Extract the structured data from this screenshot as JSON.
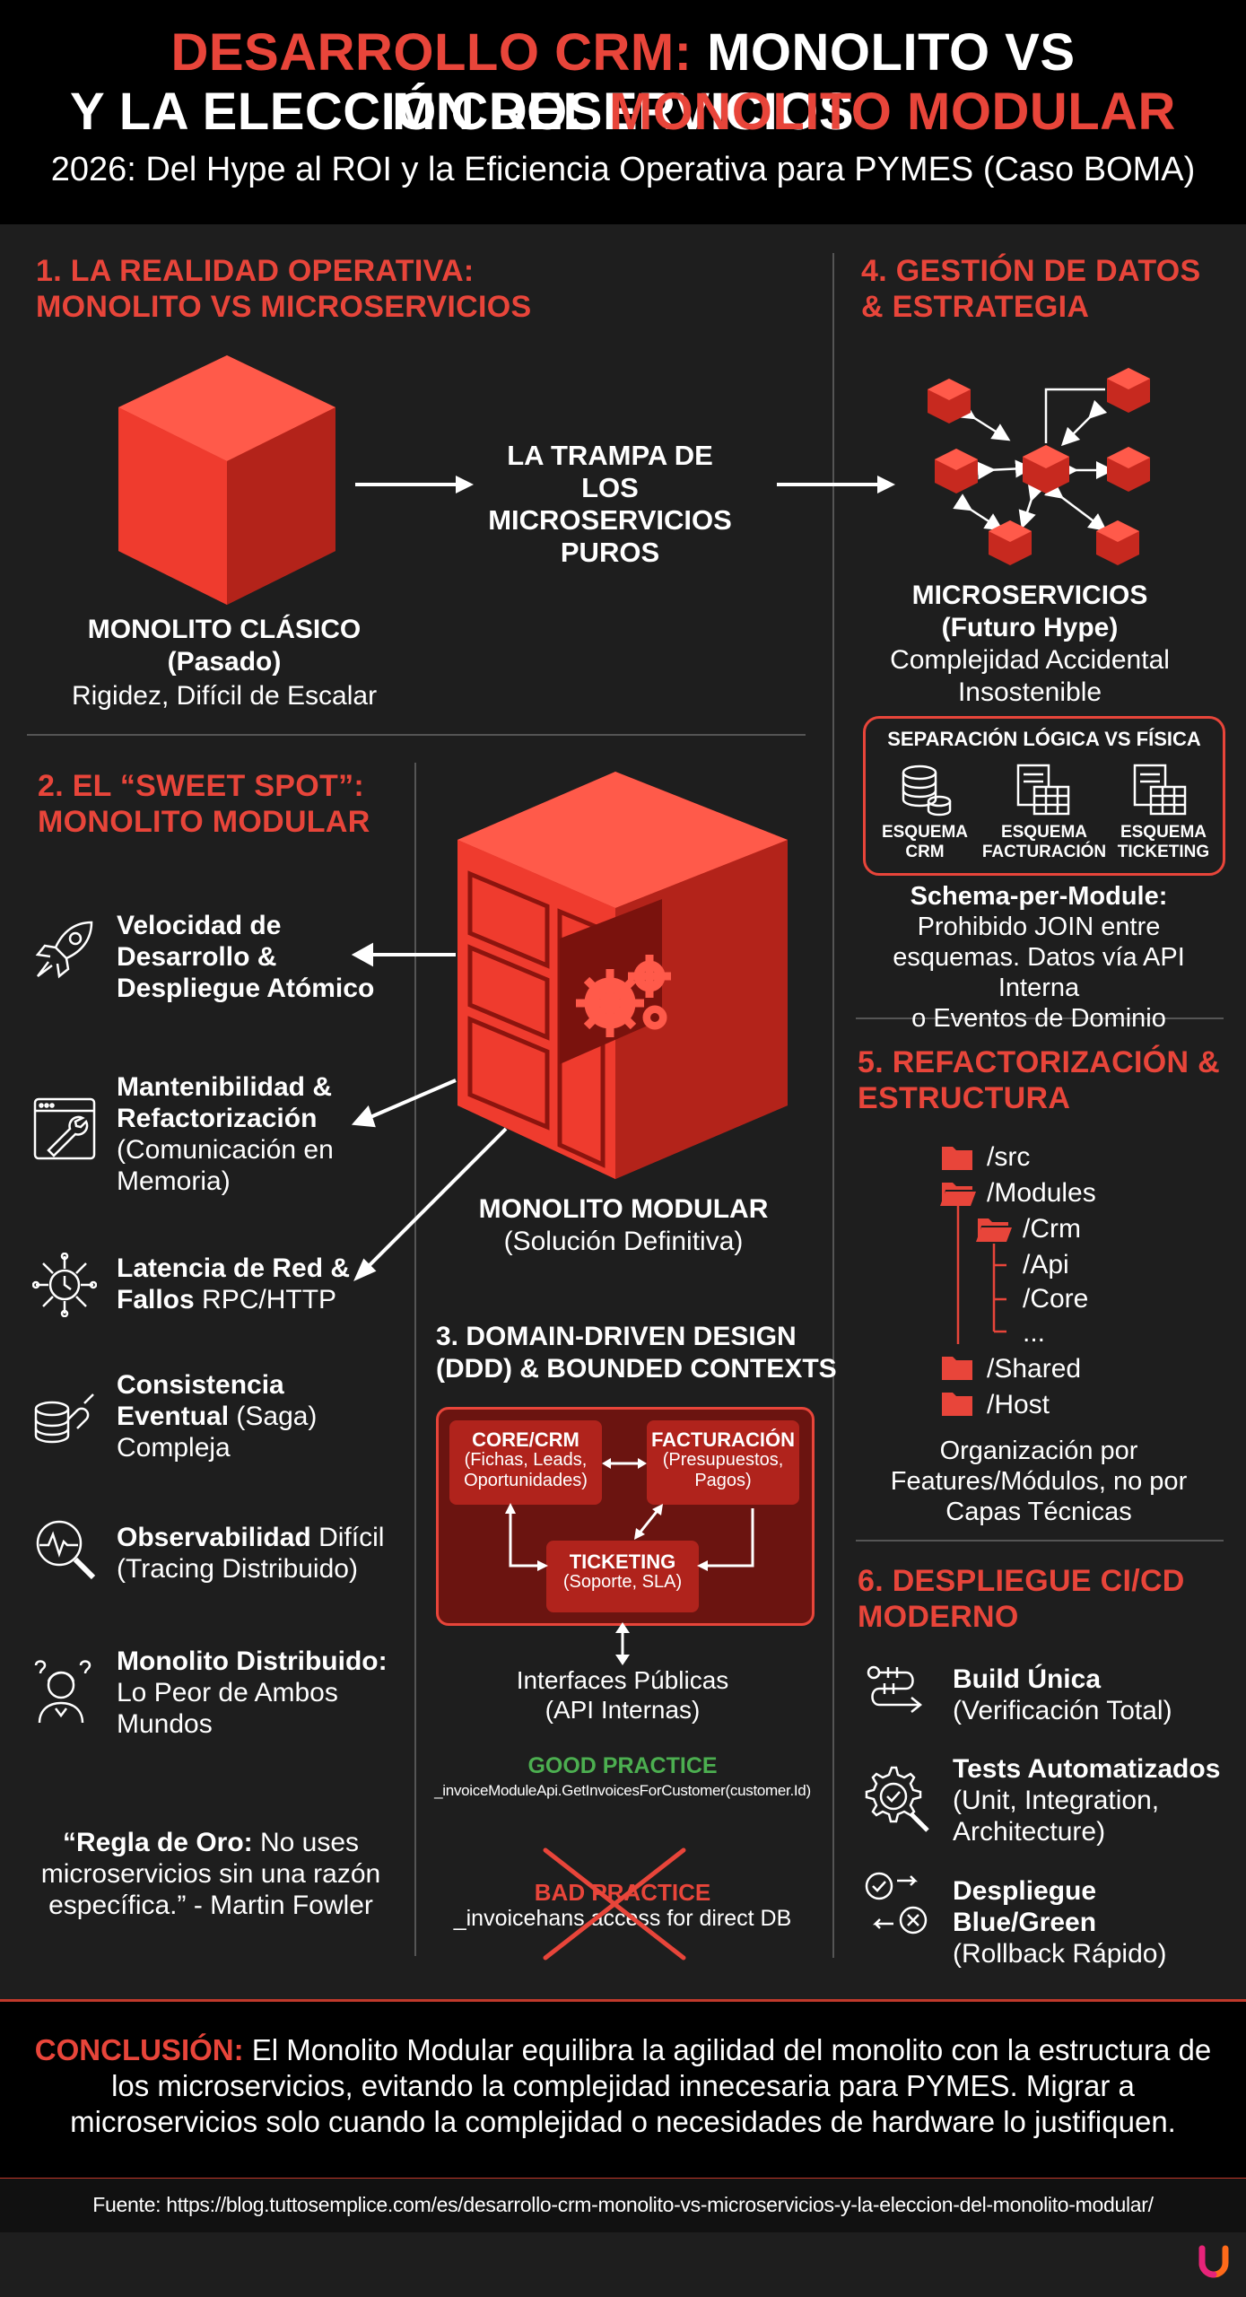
{
  "header": {
    "title_line1_red": "DESARROLLO CRM:",
    "title_line1_white": "MONOLITO VS MICROSERVICIOS",
    "title_line2_white": "Y LA ELECCIÓN DEL",
    "title_line2_red": "MONOLITO MODULAR",
    "subtitle": "2026: Del Hype al ROI y la Eficiencia Operativa para PYMES (Caso BOMA)"
  },
  "section1": {
    "title_line1": "1. LA REALIDAD OPERATIVA:",
    "title_line2": "MONOLITO VS MICROSERVICIOS",
    "monolith_name": "MONOLITO CLÁSICO",
    "monolith_era": "(Pasado)",
    "monolith_desc": "Rigidez, Difícil de Escalar",
    "trap_line1": "LA TRAMPA DE LOS",
    "trap_line2": "MICROSERVICIOS",
    "trap_line3": "PUROS",
    "micro_name": "MICROSERVICIOS",
    "micro_era": "(Futuro Hype)",
    "micro_desc_line1": "Complejidad Accidental",
    "micro_desc_line2": "Insostenible"
  },
  "section2": {
    "title_line1": "2. EL “SWEET SPOT”:",
    "title_line2": "MONOLITO MODULAR",
    "items": [
      {
        "icon": "rocket-icon",
        "b1": "Velocidad de",
        "b2": "Desarrollo &",
        "b3": "Despliegue Atómico",
        "t": ""
      },
      {
        "icon": "wrench-window-icon",
        "b1": "Mantenibilidad &",
        "b2": "Refactorización",
        "t1": "(Comunicación en",
        "t2": "Memoria)"
      },
      {
        "icon": "network-clock-icon",
        "b1": "Latencia de Red &",
        "b2": "Fallos",
        "t2": " RPC/HTTP"
      },
      {
        "icon": "database-link-icon",
        "b1": "Consistencia",
        "b2": "Eventual",
        "t2": " (Saga)",
        "t3": "Compleja"
      },
      {
        "icon": "magnifier-pulse-icon",
        "b1": "Observabilidad",
        "t1": " Difícil",
        "t2": "(Tracing Distribuido)"
      },
      {
        "icon": "confused-person-icon",
        "b1": "Monolito Distribuido:",
        "t1": "Lo Peor de Ambos",
        "t2": "Mundos"
      }
    ],
    "quote_bold": "“Regla de Oro:",
    "quote_line1_rest": " No uses",
    "quote_line2": "microservicios sin una razón",
    "quote_line3": "específica.” - Martin Fowler",
    "modular_name": "MONOLITO MODULAR",
    "modular_desc": "(Solución Definitiva)"
  },
  "section3": {
    "title_line1": "3. DOMAIN-DRIVEN DESIGN",
    "title_line2": "(DDD) & BOUNDED CONTEXTS",
    "core_title": "CORE/CRM",
    "core_sub1": "(Fichas, Leads,",
    "core_sub2": "Oportunidades)",
    "fact_title": "FACTURACIÓN",
    "fact_sub1": "(Presupuestos,",
    "fact_sub2": "Pagos)",
    "tick_title": "TICKETING",
    "tick_sub": "(Soporte, SLA)",
    "interfaces_line1": "Interfaces Públicas",
    "interfaces_line2": "(API Internas)",
    "good_label": "GOOD PRACTICE",
    "good_code": "_invoiceModuleApi.GetInvoicesForCustomer(customer.Id)",
    "bad_label": "BAD PRACTICE",
    "bad_code": "_invoicehans access for direct DB"
  },
  "section4": {
    "title_line1": "4. GESTIÓN DE DATOS",
    "title_line2": "& ESTRATEGIA",
    "schema_title": "SEPARACIÓN LÓGICA VS FÍSICA",
    "schemas": [
      {
        "l1": "ESQUEMA",
        "l2": "CRM"
      },
      {
        "l1": "ESQUEMA",
        "l2": "FACTURACIÓN"
      },
      {
        "l1": "ESQUEMA",
        "l2": "TICKETING"
      }
    ],
    "spm_title": "Schema-per-Module:",
    "spm_line1": "Prohibido JOIN entre",
    "spm_line2": "esquemas. Datos vía API Interna",
    "spm_line3": "o Eventos de Dominio"
  },
  "section5": {
    "title_line1": "5. REFACTORIZACIÓN &",
    "title_line2": "ESTRUCTURA",
    "tree": [
      "/src",
      "/Modules",
      "/Crm",
      "/Api",
      "/Core",
      "...",
      "/Shared",
      "/Host"
    ],
    "desc_line1": "Organización por",
    "desc_line2": "Features/Módulos, no por",
    "desc_line3": "Capas Técnicas"
  },
  "section6": {
    "title_line1": "6. DESPLIEGUE CI/CD",
    "title_line2": "MODERNO",
    "items": [
      {
        "icon": "pipeline-icon",
        "b": "Build Única",
        "t1": "(Verificación Total)"
      },
      {
        "icon": "gear-check-icon",
        "b": "Tests Automatizados",
        "t1": "(Unit, Integration,",
        "t2": "Architecture)"
      },
      {
        "icon": "check-cross-switch-icon",
        "b": "Despliegue Blue/Green",
        "t1": "(Rollback Rápido)"
      }
    ]
  },
  "conclusion": {
    "label": "CONCLUSIÓN:",
    "line1_rest": " El Monolito Modular equilibra la agilidad del monolito con la estructura de",
    "line2": "los microservicios, evitando la complejidad innecesaria para PYMES. Migrar a",
    "line3": "microservicios solo cuando la complejidad o necesidades de hardware lo justifiquen."
  },
  "footer": {
    "source": "Fuente: https://blog.tuttosemplice.com/es/desarrollo-crm-monolito-vs-microservicios-y-la-eleccion-del-monolito-modular/"
  },
  "colors": {
    "accent": "#e8453a",
    "background": "#1e1e1e",
    "header": "#000000",
    "good": "#4caf50"
  }
}
